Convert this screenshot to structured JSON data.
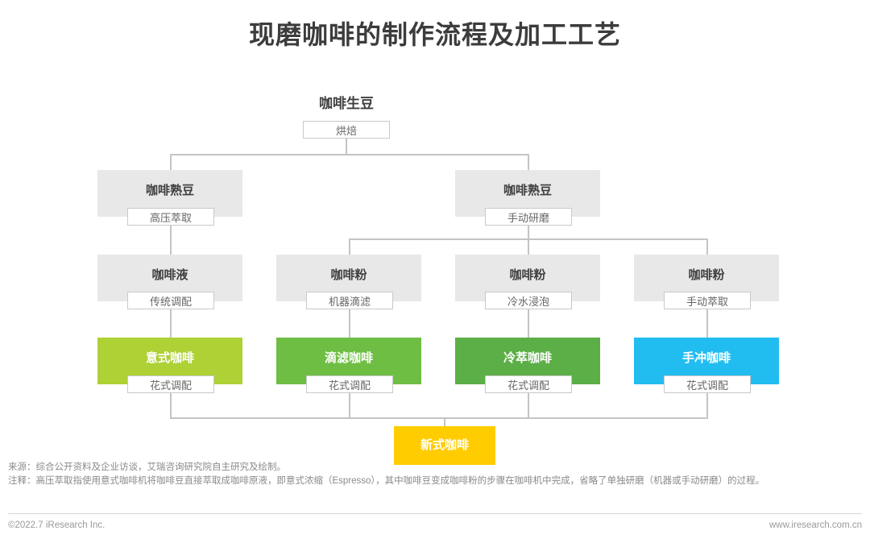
{
  "title": "现磨咖啡的制作流程及加工工艺",
  "colors": {
    "plain_node_bg": "#e8e8e8",
    "espresso": "#aed136",
    "drip": "#6fbe44",
    "coldbrew": "#5cae46",
    "pourover": "#22bdf0",
    "newstyle": "#ffcc00",
    "line": "#c4c4c4",
    "title_text": "#3c3c3c"
  },
  "chart_data": {
    "type": "diagram",
    "title": "现磨咖啡的制作流程及加工工艺",
    "levels": [
      {
        "level": 1,
        "nodes": [
          "咖啡生豆"
        ]
      },
      {
        "level": 2,
        "nodes": [
          "咖啡熟豆",
          "咖啡熟豆"
        ]
      },
      {
        "level": 3,
        "nodes": [
          "咖啡液",
          "咖啡粉",
          "咖啡粉",
          "咖啡粉"
        ]
      },
      {
        "level": 4,
        "nodes": [
          "意式咖啡",
          "滴滤咖啡",
          "冷萃咖啡",
          "手冲咖啡"
        ]
      },
      {
        "level": 5,
        "nodes": [
          "新式咖啡"
        ]
      }
    ],
    "processes": [
      "烘焙",
      "高压萃取",
      "手动研磨",
      "传统调配",
      "机器滴滤",
      "冷水浸泡",
      "手动萃取",
      "花式调配",
      "花式调配",
      "花式调配",
      "花式调配"
    ]
  },
  "diagram": {
    "root": {
      "label": "咖啡生豆",
      "process": "烘焙"
    },
    "level2": [
      {
        "label": "咖啡熟豆",
        "process": "高压萃取"
      },
      {
        "label": "咖啡熟豆",
        "process": "手动研磨"
      }
    ],
    "level3": [
      {
        "label": "咖啡液",
        "process": "传统调配"
      },
      {
        "label": "咖啡粉",
        "process": "机器滴滤"
      },
      {
        "label": "咖啡粉",
        "process": "冷水浸泡"
      },
      {
        "label": "咖啡粉",
        "process": "手动萃取"
      }
    ],
    "level4": [
      {
        "label": "意式咖啡",
        "process": "花式调配"
      },
      {
        "label": "滴滤咖啡",
        "process": "花式调配"
      },
      {
        "label": "冷萃咖啡",
        "process": "花式调配"
      },
      {
        "label": "手冲咖啡",
        "process": "花式调配"
      }
    ],
    "level5": {
      "label": "新式咖啡"
    }
  },
  "notes": {
    "source": "来源：综合公开资料及企业访谈，艾瑞咨询研究院自主研究及绘制。",
    "note": "注释：高压萃取指使用意式咖啡机将咖啡豆直接萃取成咖啡原液，即意式浓缩（Espresso），其中咖啡豆变成咖啡粉的步骤在咖啡机中完成，省略了单独研磨（机器或手动研磨）的过程。"
  },
  "footer": {
    "copyright": "©2022.7 iResearch Inc.",
    "website": "www.iresearch.com.cn"
  }
}
